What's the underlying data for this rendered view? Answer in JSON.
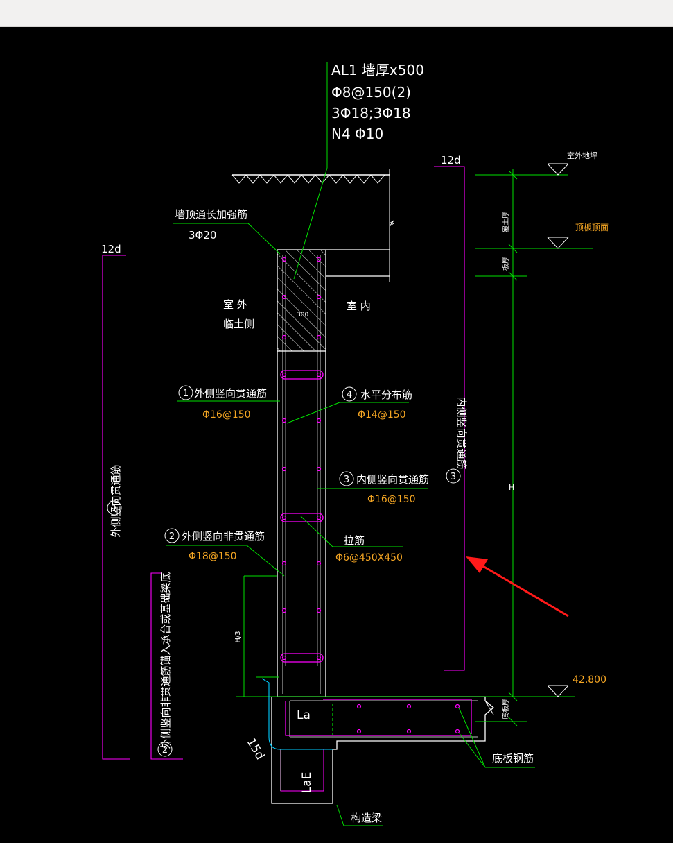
{
  "window": {
    "toolbar_label": ""
  },
  "drawing": {
    "callout": {
      "line1": "AL1 墙厚x500",
      "line2": "Φ8@150(2)",
      "line3": "3Φ18;3Φ18",
      "line4": "N4 Φ10"
    },
    "lap_left": "12d",
    "lap_right": "12d",
    "top_reinf_title": "墙顶通长加强筋",
    "top_reinf_value": "3Φ20",
    "outside_line1": "室 外",
    "outside_line2": "临土侧",
    "inside": "室 内",
    "dim_300": "300",
    "rebar1_label": "外侧竖向贯通筋",
    "rebar1_value": "Φ16@150",
    "rebar1_num": "1",
    "rebar4_label": "水平分布筋",
    "rebar4_value": "Φ14@150",
    "rebar4_num": "4",
    "rebar3_label": "内侧竖向贯通筋",
    "rebar3_value": "Φ16@150",
    "rebar3_num": "3",
    "rebar2_label": "外侧竖向非贯通筋",
    "rebar2_value": "Φ18@150",
    "rebar2_num": "2",
    "tie_label": "拉筋",
    "tie_value": "Φ6@450X450",
    "left_vertical_label": "外侧竖向贯通筋",
    "left_vertical_num": "1",
    "left2_vertical_label": "外侧竖向非贯通筋锚入承台或基础梁底",
    "left2_vertical_num": "2",
    "right_vertical_label": "内侧竖向贯通筋",
    "right_vertical_num": "3",
    "elev_outdoor": "室外地坪",
    "elev_roof": "顶板顶面",
    "elev_value": "42.800",
    "dim_top1": "覆土厚",
    "dim_top2": "板厚",
    "dim_H": "H",
    "dim_H3": "H/3",
    "dim_bottom": "底板厚",
    "la": "La",
    "lae": "LaE",
    "d15": "15d",
    "bottom_rebar": "底板钢筋",
    "struct_beam": "构造梁"
  },
  "colors": {
    "white": "#ffffff",
    "green": "#00e000",
    "magenta": "#ff00ff",
    "orange": "#f5a623",
    "cyan": "#00ccff",
    "red": "#ff1a1a"
  }
}
